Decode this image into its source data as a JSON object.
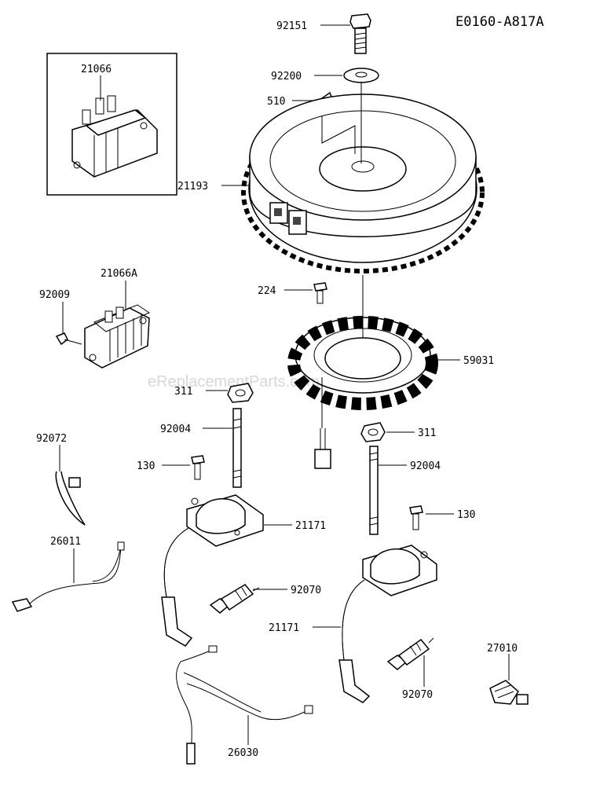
{
  "diagram_code": "E0160-A817A",
  "watermark": "eReplacementParts.com",
  "labels": {
    "p92151": "92151",
    "p92200": "92200",
    "p510": "510",
    "p21066": "21066",
    "p21193": "21193",
    "p21066a": "21066A",
    "p92009": "92009",
    "p224": "224",
    "p59031": "59031",
    "p311a": "311",
    "p311b": "311",
    "p92004a": "92004",
    "p92004b": "92004",
    "p92072": "92072",
    "p130a": "130",
    "p130b": "130",
    "p21171a": "21171",
    "p21171b": "21171",
    "p26011": "26011",
    "p92070a": "92070",
    "p92070b": "92070",
    "p27010": "27010",
    "p26030": "26030"
  }
}
